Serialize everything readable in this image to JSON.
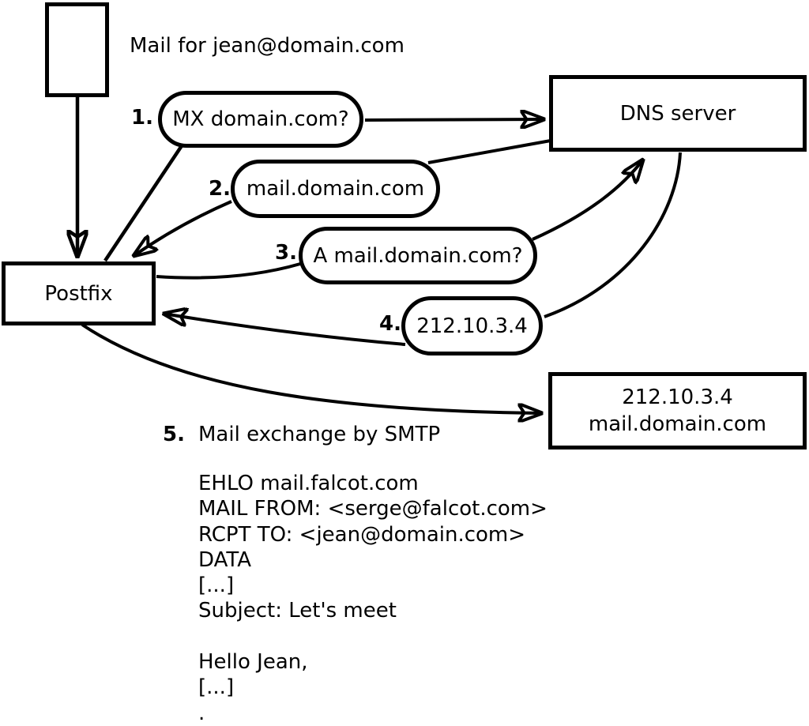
{
  "diagram": {
    "incoming_mail_label": "Mail for jean@domain.com",
    "nodes": {
      "mail_message_icon": "blank-envelope-rectangle",
      "postfix": {
        "label": "Postfix"
      },
      "dns_server": {
        "label": "DNS server"
      },
      "mail_server": {
        "line1": "212.10.3.4",
        "line2": "mail.domain.com"
      }
    },
    "steps": [
      {
        "num": "1.",
        "label": "MX domain.com?"
      },
      {
        "num": "2.",
        "label": "mail.domain.com"
      },
      {
        "num": "3.",
        "label": "A mail.domain.com?"
      },
      {
        "num": "4.",
        "label": "212.10.3.4"
      },
      {
        "num": "5.",
        "label": "Mail exchange by SMTP"
      }
    ],
    "smtp_session": {
      "lines": [
        "EHLO mail.falcot.com",
        "MAIL FROM: <serge@falcot.com>",
        "RCPT TO: <jean@domain.com>",
        "DATA",
        "[...]",
        "Subject: Let's meet",
        "",
        "Hello Jean,",
        "[...]",
        "."
      ]
    },
    "colors": {
      "stroke": "#000000",
      "background": "#ffffff"
    }
  }
}
